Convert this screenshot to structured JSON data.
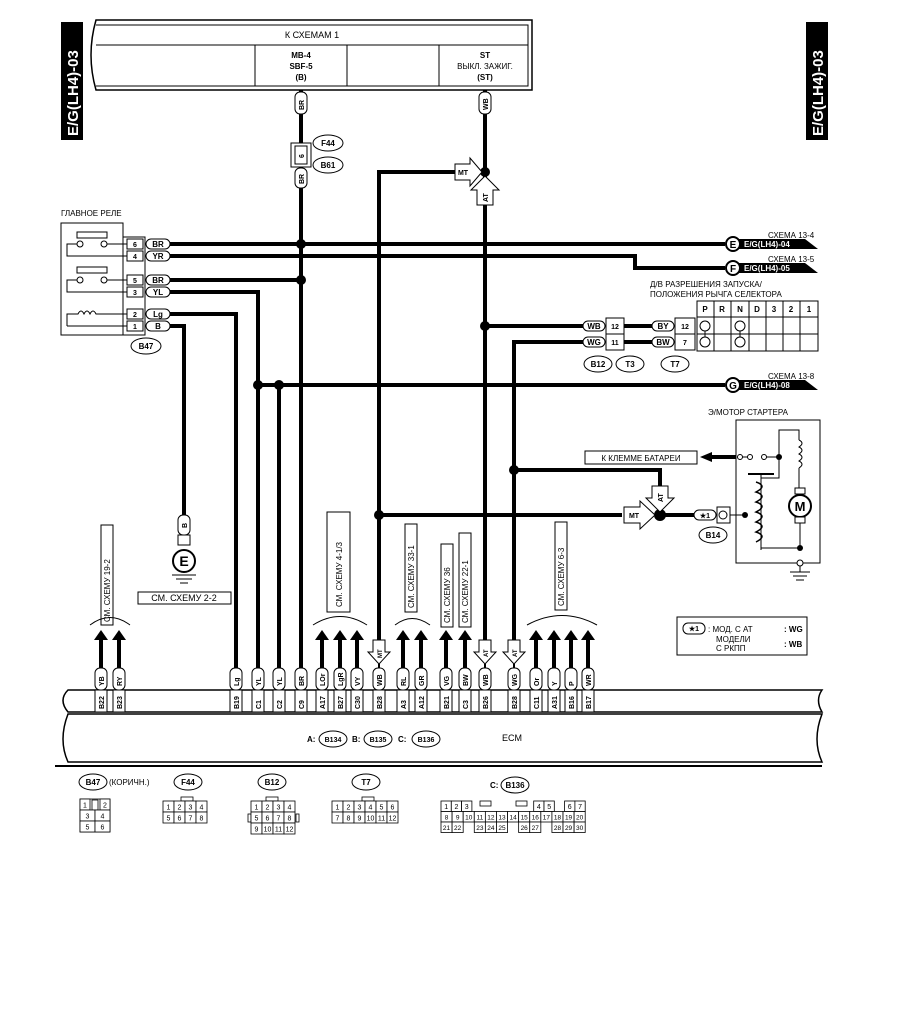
{
  "page_tag": "E/G(LH4)-03",
  "top_box": {
    "title": "К СХЕМАМ 1",
    "cells": [
      {
        "lines": [
          "MB-4",
          "SBF-5",
          "(B)"
        ]
      },
      {
        "lines": [
          "ST",
          "ВЫКЛ. ЗАЖИГ.",
          "(ST)"
        ]
      }
    ]
  },
  "top_wires": {
    "left_color": "BR",
    "right_color": "WB"
  },
  "fuse_connector": {
    "pin": "6",
    "wire_color": "BR",
    "labels": [
      "F44",
      "B61"
    ]
  },
  "main_relay": {
    "title": "ГЛАВНОЕ РЕЛЕ",
    "connector": "B47",
    "pins": [
      {
        "pin": "6",
        "color": "BR"
      },
      {
        "pin": "4",
        "color": "YR"
      },
      {
        "pin": "5",
        "color": "BR"
      },
      {
        "pin": "3",
        "color": "YL"
      },
      {
        "pin": "2",
        "color": "Lg"
      },
      {
        "pin": "1",
        "color": "B"
      }
    ]
  },
  "offpage": [
    {
      "letter": "E",
      "schema": "СХЕМА 13-4",
      "ref": "E/G(LH4)-04"
    },
    {
      "letter": "F",
      "schema": "СХЕМА 13-5",
      "ref": "E/G(LH4)-05"
    },
    {
      "letter": "G",
      "schema": "СХЕМА 13-8",
      "ref": "E/G(LH4)-08"
    }
  ],
  "inhibitor": {
    "title_line1": "Д/В РАЗРЕШЕНИЯ ЗАПУСКА/",
    "title_line2": "ПОЛОЖЕНИЯ РЫЧГА СЕЛЕКТОРА",
    "positions": [
      "P",
      "R",
      "N",
      "D",
      "3",
      "2",
      "1"
    ],
    "rows": [
      {
        "in_color": "WB",
        "in_pin": "12",
        "out_color": "BY",
        "out_pin": "12"
      },
      {
        "in_color": "WG",
        "in_pin": "11",
        "out_color": "BW",
        "out_pin": "7"
      }
    ],
    "connectors": [
      "B12",
      "T3",
      "T7"
    ]
  },
  "arrows": {
    "mt": "MT",
    "at": "AT"
  },
  "starter": {
    "title": "Э/МОТОР СТАРТЕРА",
    "battery_label": "К КЛЕММЕ БАТАРЕИ",
    "motor_symbol": "M",
    "connector": "B14",
    "star_label": "★1"
  },
  "ground": {
    "wire_color": "B",
    "symbol": "E",
    "ref": "СМ. СХЕМУ 2-2"
  },
  "see_refs": [
    {
      "text": "СМ. СХЕМУ 19-2"
    },
    {
      "text": "СМ. СХЕМУ 4-1/3"
    },
    {
      "text": "СМ. СХЕМУ 33-1"
    },
    {
      "text": "СМ. СХЕМУ 36"
    },
    {
      "text": "СМ. СХЕМУ 22-1"
    },
    {
      "text": "СМ. СХЕМУ 6-3"
    }
  ],
  "ecm_pins": [
    {
      "pin": "B22",
      "color": "YB"
    },
    {
      "pin": "B23",
      "color": "RY"
    },
    {
      "pin": "B19",
      "color": "Lg"
    },
    {
      "pin": "C1",
      "color": "YL"
    },
    {
      "pin": "C2",
      "color": "YL"
    },
    {
      "pin": "C9",
      "color": "BR"
    },
    {
      "pin": "A17",
      "color": "LOr"
    },
    {
      "pin": "B27",
      "color": "LgR"
    },
    {
      "pin": "C30",
      "color": "VY"
    },
    {
      "pin": "B28",
      "color": "WB"
    },
    {
      "pin": "A3",
      "color": "RL"
    },
    {
      "pin": "A12",
      "color": "GR"
    },
    {
      "pin": "B21",
      "color": "VG"
    },
    {
      "pin": "C3",
      "color": "BW"
    },
    {
      "pin": "B26",
      "color": "WB"
    },
    {
      "pin": "B28",
      "color": "WG"
    },
    {
      "pin": "C11",
      "color": "Or"
    },
    {
      "pin": "A31",
      "color": "Y"
    },
    {
      "pin": "B16",
      "color": "P"
    },
    {
      "pin": "B17",
      "color": "WR"
    }
  ],
  "ecm": {
    "label": "ECM",
    "connectors": [
      {
        "prefix": "A:",
        "id": "B134"
      },
      {
        "prefix": "B:",
        "id": "B135"
      },
      {
        "prefix": "C:",
        "id": "B136"
      }
    ]
  },
  "legend": {
    "star": "★1",
    "line1": ": МОД. С АТ",
    "line1_value": ": WG",
    "line2a": "МОДЕЛИ",
    "line2b": "С РКПП",
    "line2_value": ": WB"
  },
  "connector_views": {
    "b47": {
      "id": "B47",
      "note": "(КОРИЧН.)",
      "rows": [
        [
          "1",
          "",
          "2"
        ],
        [
          "3",
          "4"
        ],
        [
          "5",
          "6"
        ]
      ]
    },
    "f44": {
      "id": "F44",
      "rows": [
        [
          "1",
          "2",
          "3",
          "4"
        ],
        [
          "5",
          "6",
          "7",
          "8"
        ]
      ]
    },
    "b12": {
      "id": "B12",
      "rows": [
        [
          "1",
          "2",
          "3",
          "4"
        ],
        [
          "5",
          "6",
          "7",
          "8"
        ],
        [
          "9",
          "10",
          "11",
          "12"
        ]
      ]
    },
    "t7": {
      "id": "T7",
      "rows": [
        [
          "1",
          "2",
          "3",
          "4",
          "5",
          "6"
        ],
        [
          "7",
          "8",
          "9",
          "10",
          "11",
          "12"
        ]
      ]
    },
    "b136": {
      "prefix": "C:",
      "id": "B136",
      "rows": [
        [
          "1",
          "2",
          "3",
          "",
          "",
          "",
          "",
          "",
          "",
          "",
          "4",
          "5",
          "",
          "6",
          "7"
        ],
        [
          "8",
          "9",
          "10",
          "11",
          "12",
          "13",
          "14",
          "15",
          "16",
          "17",
          "18",
          "19",
          "20"
        ],
        [
          "21",
          "22",
          "",
          "23",
          "24",
          "25",
          "",
          "26",
          "27",
          "",
          "28",
          "29",
          "30"
        ]
      ]
    }
  }
}
